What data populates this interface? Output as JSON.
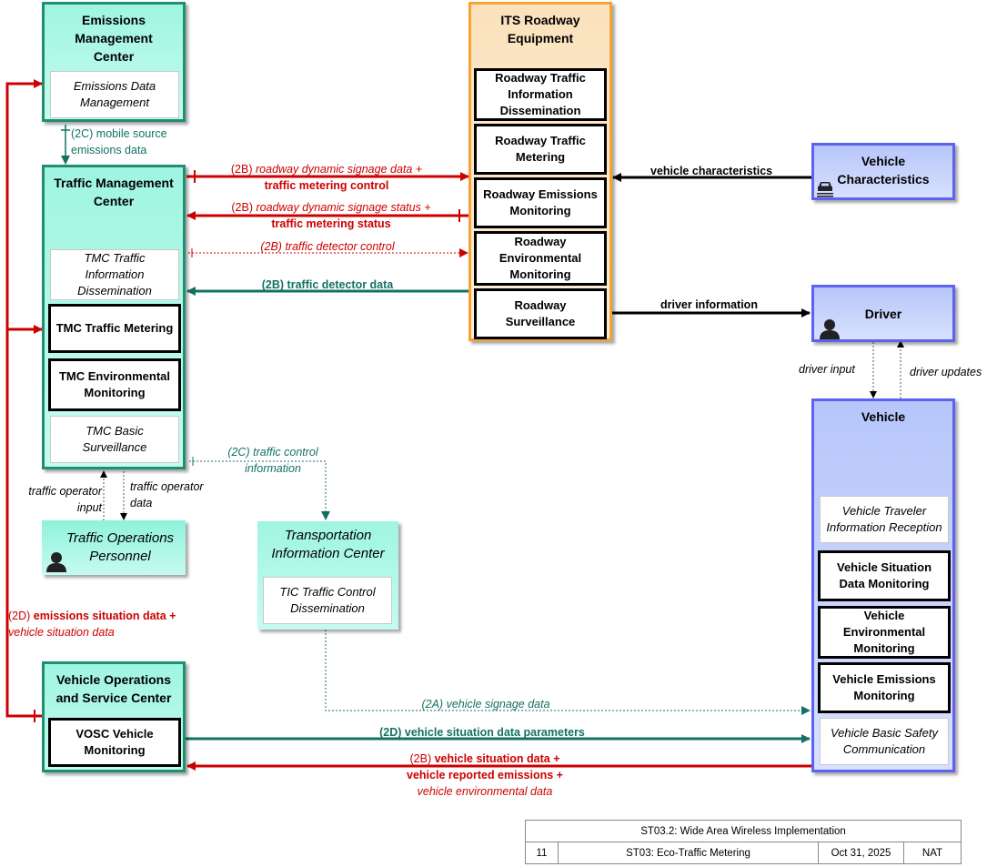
{
  "nodes": {
    "emc": {
      "title": "Emissions Management Center",
      "objects": [
        "Emissions Data Management"
      ]
    },
    "tmc": {
      "title": "Traffic Management Center",
      "objects": [
        "TMC Traffic Information Dissemination",
        "TMC Traffic Metering",
        "TMC Environmental Monitoring",
        "TMC Basic Surveillance"
      ]
    },
    "top": {
      "title": "Traffic Operations Personnel"
    },
    "tic": {
      "title": "Transportation Information Center",
      "objects": [
        "TIC Traffic Control Dissemination"
      ]
    },
    "vosc": {
      "title": "Vehicle Operations and Service Center",
      "objects": [
        "VOSC Vehicle Monitoring"
      ]
    },
    "its": {
      "title": "ITS Roadway Equipment",
      "objects": [
        "Roadway Traffic Information Dissemination",
        "Roadway Traffic Metering",
        "Roadway Emissions Monitoring",
        "Roadway Environmental Monitoring",
        "Roadway Surveillance"
      ]
    },
    "vc": {
      "title": "Vehicle Characteristics"
    },
    "driver": {
      "title": "Driver"
    },
    "vehicle": {
      "title": "Vehicle",
      "objects": [
        "Vehicle Traveler Information Reception",
        "Vehicle Situation Data Monitoring",
        "Vehicle Environmental Monitoring",
        "Vehicle Emissions Monitoring",
        "Vehicle Basic Safety Communication"
      ]
    }
  },
  "flows": {
    "f1": {
      "tag": "(2C)",
      "text": "mobile source",
      "text2": "emissions data"
    },
    "f2": {
      "tag": "(2B)",
      "text": "roadway dynamic signage data +",
      "text2": "traffic metering control"
    },
    "f3": {
      "tag": "(2B)",
      "text": "roadway dynamic signage status +",
      "text2": "traffic metering status"
    },
    "f4": {
      "tag": "(2B)",
      "text": "traffic detector control"
    },
    "f5": {
      "tag": "(2B)",
      "text": "traffic detector data"
    },
    "f6": {
      "text": "vehicle characteristics"
    },
    "f7": {
      "text": "driver information"
    },
    "f8": {
      "text": "driver input"
    },
    "f9": {
      "text": "driver updates"
    },
    "f10": {
      "tag": "(2C)",
      "text": "traffic control",
      "text2": "information"
    },
    "f11": {
      "text": "traffic operator",
      "text2": "input"
    },
    "f12": {
      "text": "traffic operator",
      "text2": "data"
    },
    "f13": {
      "tag": "(2D)",
      "text": "emissions situation data +",
      "text2": "vehicle situation data"
    },
    "f14": {
      "tag": "(2A)",
      "text": "vehicle signage data"
    },
    "f15": {
      "tag": "(2D)",
      "text": "vehicle situation data parameters"
    },
    "f16": {
      "tag": "(2B)",
      "text": "vehicle situation data +",
      "text2": "vehicle reported emissions +",
      "text3": "vehicle environmental data"
    }
  },
  "footer": {
    "title": "ST03.2: Wide Area Wireless Implementation",
    "number": "11",
    "package": "ST03: Eco-Traffic Metering",
    "date": "Oct 31, 2025",
    "scope": "NAT"
  },
  "colors": {
    "red": "#cc0000",
    "teal": "#137164",
    "green_border": "#1f8e71",
    "orange_border": "#f7a234",
    "blue_border": "#5d62f0"
  }
}
